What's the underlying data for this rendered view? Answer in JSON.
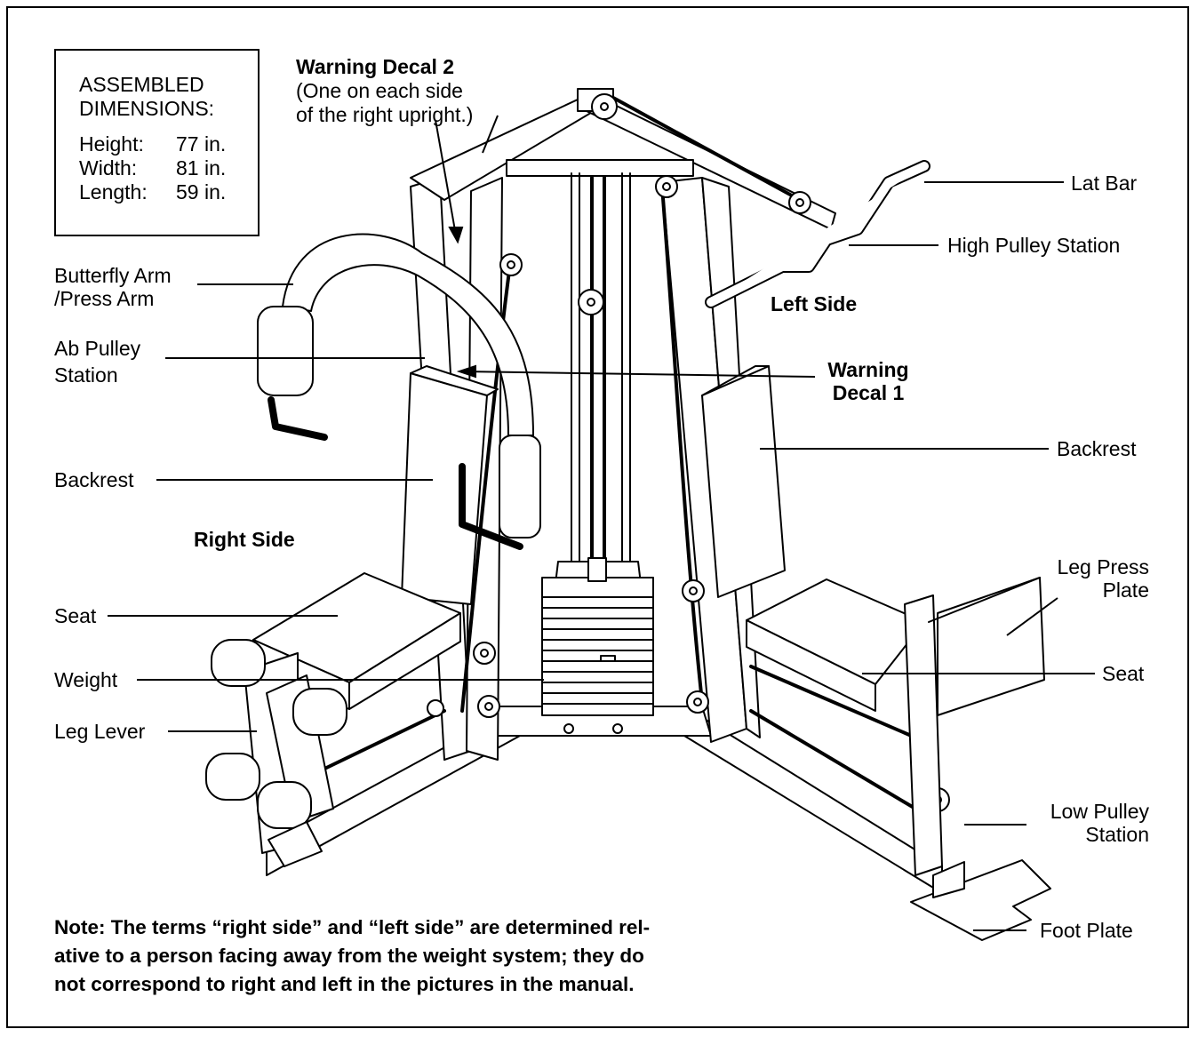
{
  "dimensions": {
    "title_line1": "ASSEMBLED",
    "title_line2": "DIMENSIONS:",
    "height_label": "Height:",
    "height_value": "77 in.",
    "width_label": "Width:",
    "width_value": "81 in.",
    "length_label": "Length:",
    "length_value": "59 in."
  },
  "labels": {
    "warning_decal_2_title": "Warning Decal 2",
    "warning_decal_2_line1": "(One on each side",
    "warning_decal_2_line2": "of the right upright.)",
    "warning_decal_1_line1": "Warning",
    "warning_decal_1_line2": "Decal 1",
    "lat_bar": "Lat Bar",
    "high_pulley_station": "High Pulley Station",
    "left_side": "Left Side",
    "right_side": "Right Side",
    "butterfly_arm_line1": "Butterfly Arm",
    "butterfly_arm_line2": "/Press Arm",
    "ab_pulley_line1": "Ab Pulley",
    "ab_pulley_line2": "Station",
    "backrest_left": "Backrest",
    "backrest_right": "Backrest",
    "seat_left": "Seat",
    "seat_right": "Seat",
    "weight": "Weight",
    "leg_lever": "Leg Lever",
    "leg_press_line1": "Leg Press",
    "leg_press_line2": "Plate",
    "low_pulley_line1": "Low Pulley",
    "low_pulley_line2": "Station",
    "foot_plate": "Foot Plate"
  },
  "note": {
    "line1": "Note: The terms “right side” and “left side” are determined rel-",
    "line2": "ative to a person facing away from the weight system; they do",
    "line3": "not correspond to right and left in the pictures in the manual."
  }
}
